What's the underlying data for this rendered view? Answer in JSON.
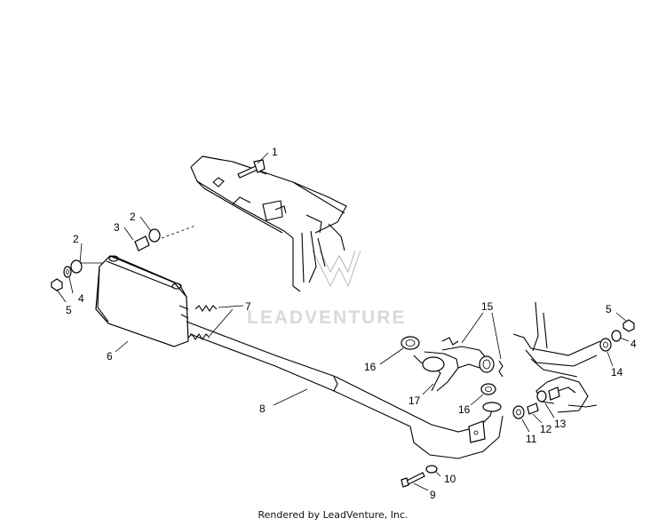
{
  "diagram": {
    "callouts": {
      "c1": "1",
      "c2a": "2",
      "c2b": "2",
      "c3": "3",
      "c4a": "4",
      "c4b": "4",
      "c5a": "5",
      "c5b": "5",
      "c6": "6",
      "c7": "7",
      "c8": "8",
      "c9": "9",
      "c10": "10",
      "c11": "11",
      "c12": "12",
      "c13": "13",
      "c14": "14",
      "c15": "15",
      "c16a": "16",
      "c16b": "16",
      "c17": "17"
    },
    "watermark": "LEADVENTURE"
  },
  "footer": {
    "text": "Rendered by LeadVenture, Inc."
  },
  "colors": {
    "line": "#000000",
    "background": "#ffffff",
    "watermark": "#d9d9d9"
  }
}
